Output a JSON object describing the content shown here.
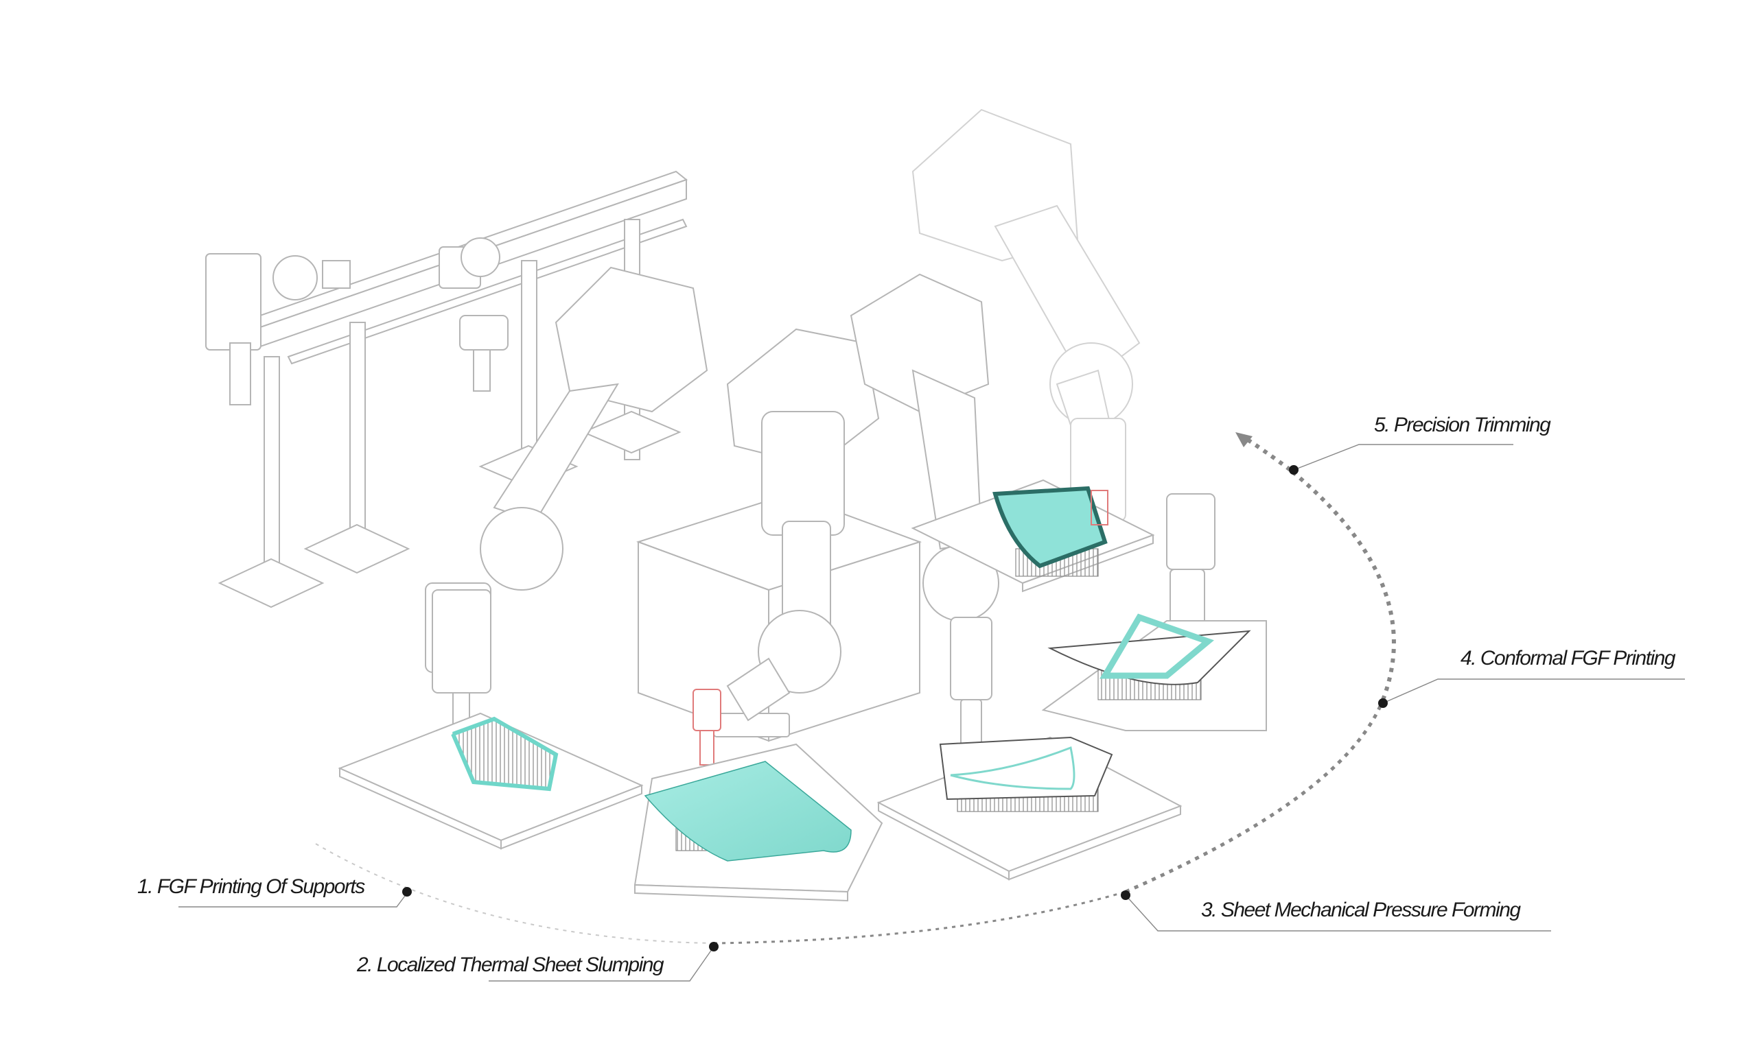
{
  "steps": [
    {
      "label": "1. FGF Printing Of Supports"
    },
    {
      "label": "2. Localized Thermal Sheet Slumping"
    },
    {
      "label": "3. Sheet Mechanical Pressure Forming"
    },
    {
      "label": "4. Conformal FGF Printing"
    },
    {
      "label": "5. Precision Trimming"
    }
  ],
  "colors": {
    "line": "#9a9a9a",
    "outline": "#b9b9b9",
    "accent": "#8fe2d8",
    "accent_dark": "#3aa89a",
    "accent_edge": "#2b6e66",
    "marker": "#1a1a1a",
    "red_tool": "#e07a7a"
  },
  "icons": [
    "gantry-frame-icon",
    "robot-arm-icon",
    "build-plate-icon",
    "process-arc-icon",
    "arrowhead-icon"
  ]
}
